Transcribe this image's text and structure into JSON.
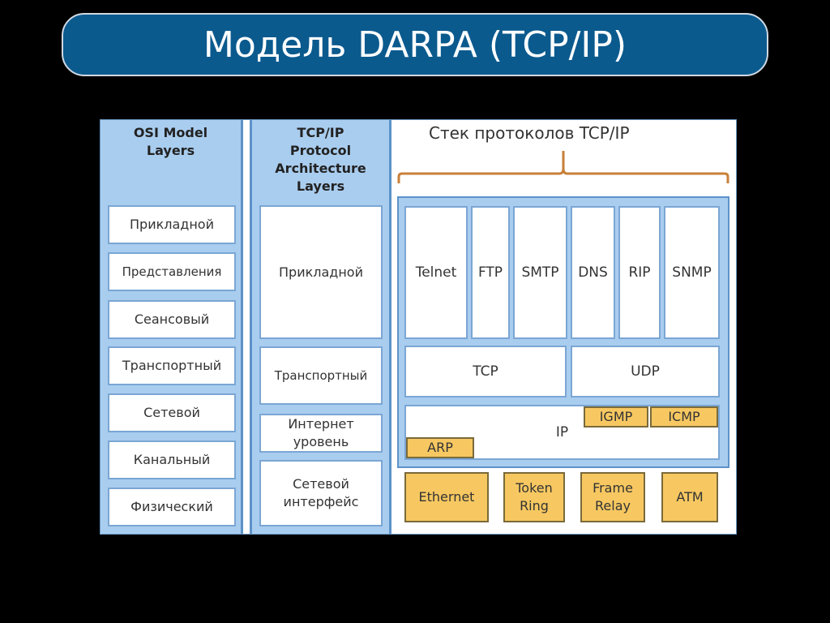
{
  "slide": {
    "title": "Модель DARPA (TCP/IP)"
  },
  "osi": {
    "header_line1": "OSI Model",
    "header_line2": "Layers",
    "layers": [
      "Прикладной",
      "Представления",
      "Сеансовый",
      "Транспортный",
      "Сетевой",
      "Канальный",
      "Физический"
    ]
  },
  "tcpip_arch": {
    "header_lines": [
      "TCP/IP",
      "Protocol",
      "Architecture",
      "Layers"
    ],
    "layers": [
      {
        "line1": "Прикладной",
        "line2": ""
      },
      {
        "line1": "Транспортный",
        "line2": ""
      },
      {
        "line1": "Интернет",
        "line2": "уровень"
      },
      {
        "line1": "Сетевой",
        "line2": "интерфейс"
      }
    ]
  },
  "stack": {
    "title": "Стек протоколов TCP/IP",
    "application": [
      "Telnet",
      "FTP",
      "SMTP",
      "DNS",
      "RIP",
      "SNMP"
    ],
    "transport": [
      "TCP",
      "UDP"
    ],
    "internet": {
      "ip": "IP",
      "igmp": "IGMP",
      "icmp": "ICMP",
      "arp": "ARP"
    },
    "link": [
      {
        "line1": "Ethernet",
        "line2": ""
      },
      {
        "line1": "Token",
        "line2": "Ring"
      },
      {
        "line1": "Frame",
        "line2": "Relay"
      },
      {
        "line1": "ATM",
        "line2": ""
      }
    ]
  },
  "colors": {
    "title_bar": "#0b5a8e",
    "column_fill": "#a9cdef",
    "column_border": "#5d92c8",
    "orange_fill": "#f7c861",
    "brace": "#c8803a"
  }
}
